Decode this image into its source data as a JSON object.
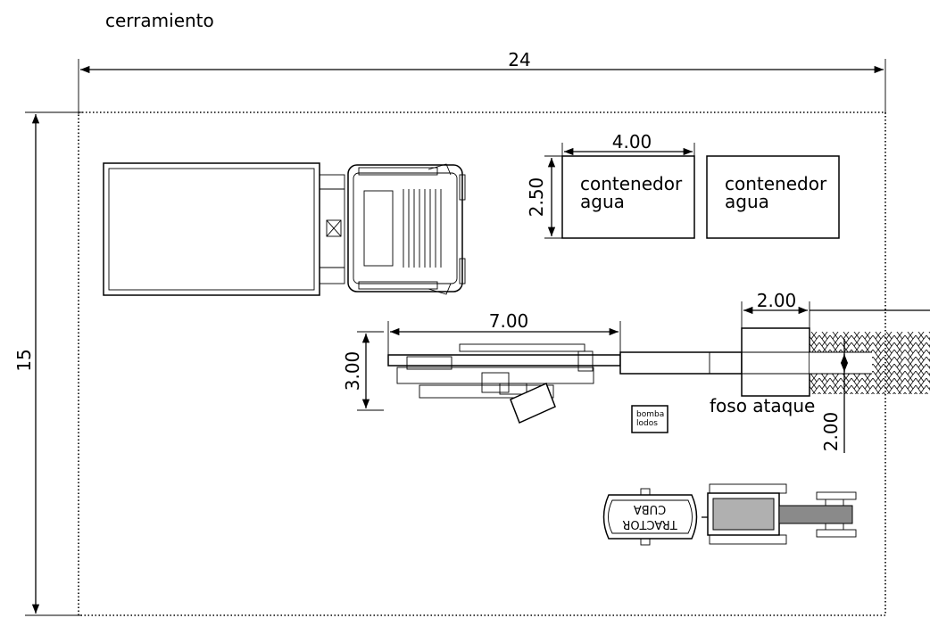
{
  "title": "cerramiento",
  "dimensions": {
    "width": "24",
    "height": "15",
    "container_width": "4.00",
    "container_height": "2.50",
    "machine_length": "7.00",
    "machine_width": "3.00",
    "pit_width": "2.00",
    "pit_depth": "2.00"
  },
  "labels": {
    "container_1": [
      "contenedor",
      "agua"
    ],
    "container_2": [
      "contenedor",
      "agua"
    ],
    "pit": "foso ataque",
    "pump": [
      "bomba",
      "lodos"
    ],
    "tank": [
      "CUBA",
      "TRACTOR"
    ]
  }
}
